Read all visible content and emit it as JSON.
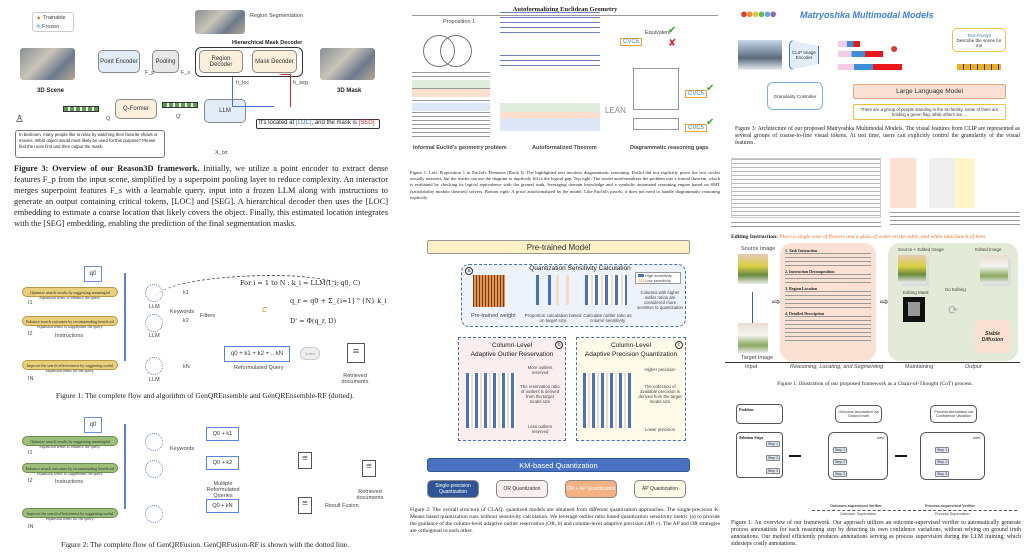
{
  "reason3d": {
    "legend": [
      "Trainable",
      "Frozen"
    ],
    "region_seg": "Region Segmentation",
    "hier_decoder": "Hierarchical Mask Decoder",
    "point_encoder": "Point Encoder",
    "pooling": "Pooling",
    "region_decoder": "Region Decoder",
    "mask_decoder": "Mask Decoder",
    "scene_label": "3D Scene",
    "mask_label": "3D Mask",
    "qformer": "Q-Former",
    "llm": "LLM",
    "q": "Q",
    "q_prime": "Q'",
    "fp": "F_p",
    "fs": "F_s",
    "x_txt": "X_txt",
    "b_loc": "h_loc",
    "b_seg": "h_seg",
    "output_text_pre": "It's located at ",
    "loc_token": "[LOC]",
    "output_text_mid": ", and the mask is ",
    "seg_token": "[SEG]",
    "prompt": "In bedroom, many people like to relax by watching their favorite shows or movies. What object would most likely be used for this purpose? Please find the room first and then output the mask.",
    "caption_bold": "Figure 3: Overview of our Reason3D framework.",
    "caption": " Initially, we utilize a point encoder to extract dense features F_p from the input scene, simplified by a superpoint pooling layer to reduce complexity. An interactor merges superpoint features F_s with a learnable query, input into a frozen LLM along with instructions to generate an output containing critical tokens, [LOC] and [SEG]. A hierarchical decoder then uses the [LOC] embedding to estimate a coarse location that likely covers the object. Finally, this estimated location integrates with the [SEG] embedding, enabling the prediction of the final segmentation masks."
  },
  "genqr_ensemble": {
    "q0": "q0",
    "instructions": [
      "Optimize search results by suggesting meaningful expansion terms to enhance the query.",
      "Enhance search outcomes by recommending beneficial expansion terms to supplement the query.",
      "Improve the search effectiveness by suggesting useful expansion terms for the query."
    ],
    "inst_labels": [
      "I1",
      "I2",
      "IN"
    ],
    "instructions_label": "Instructions",
    "llm": "LLM",
    "keywords_label": "Keywords",
    "filters_label": "Filters",
    "k_labels": [
      "k1",
      "k2",
      "kN"
    ],
    "formula1": "For i = 1 to N : k_i = LLM(I_i, q0, C)",
    "formula2": "q_r = q0 + Σ_{i=1}^{N} k_i",
    "formula3": "D' = Φ(q_r, D)",
    "c_label": "C",
    "reformulated": "q0 + k1 + k2 + .. kN",
    "reformulated_label": "Reformulated Query",
    "index": "index",
    "retrieved": "Retrieved documents",
    "caption": "Figure 1: The complete flow and algorithm of GenQREnsemble and GenQREnsemble-RF (dotted)."
  },
  "genqr_fusion": {
    "q0": "q0",
    "instructions": [
      "Optimize search results by suggesting meaningful expansion terms to enhance the query.",
      "Enhance search outcomes by recommending beneficial expansion terms to supplement the query.",
      "Improve the search effectiveness by suggesting useful expansion terms for the query."
    ],
    "inst_labels": [
      "I1",
      "I2",
      "IN"
    ],
    "instructions_label": "Instructions",
    "keywords_label": "Keywords",
    "queries": [
      "Q0 + k1",
      "Q0 + k2",
      "Q0 + kN"
    ],
    "multi_label": "Multiple Reformulated Queries",
    "fusion_label": "Result Fusion",
    "retrieved": "Retrieved documents",
    "caption": "Figure 2: The complete flow of GenQRFusion. GenQRFusion-RF is shown with the dotted line."
  },
  "autoformal": {
    "title": "Autoformalizing Euclidean Geometry",
    "proposition": "Proposition 1",
    "left_label": "Informal Euclid's geometry problem",
    "mid_label": "Autoformalized Theorem",
    "right_label": "Diagrammatic reasoning gaps",
    "cvc5": "CVC5",
    "lean": "LEAN",
    "equivalent": "Equivalent",
    "caption": "Figure 1: Left: Proposition 1 in Euclid's Elements (Book I). The highlighted text involves diagrammatic reasoning. Euclid did not explicitly prove the two circles actually intersect, but the reader can use the diagram to implicitly fill in the logical gap. Top right: The model autoformalizes the problem into a formal theorem, which is evaluated by checking its logical equivalence with the ground truth, leveraging domain knowledge and a symbolic automated reasoning engine based on SMT (satisfiability modulo theories) solvers. Bottom right: A proof autoformalized by the model. Like Euclid's proofs, it does not need to handle diagrammatic reasoning explicitly."
  },
  "claq": {
    "pretrained": "Pre-trained Model",
    "sens_title": "Quantization Sensitivity Calculation",
    "legend": [
      "High sensitivity",
      "Low sensitivity"
    ],
    "pretrained_weight": "Pre-trained weight",
    "proportion": "Proportion calculation based on target size",
    "calc_ratio": "Calculate outlier ratio as column sensitivity",
    "columns_note": "Columns with higher outlier ratios are considered more sensitive to quantization",
    "b_title1": "Column-Level",
    "b_title2": "Adaptive Outlier Reservation",
    "b_more": "More outliers reserved",
    "b_note": "The reservation ratio of outliers is derived from the target model size",
    "b_less": "Less outliers reserved",
    "c_title1": "Column-Level",
    "c_title2": "Adaptive Precision Quantization",
    "c_higher": "Higher precision",
    "c_note": "The collection of available precision is derived from the target model size",
    "c_lower": "Lower precision",
    "km": "KM-based Quantization",
    "outputs": [
      "Single-precision Quantization",
      "OR Quantization",
      "OR + AP Quantization",
      "AP Quantization"
    ],
    "markers": [
      "a",
      "b",
      "c"
    ],
    "caption": "Figure 2: The overall structure of CLAQ: quantized models are obtained from different quantization approaches. The single-precision K-Means based quantization runs without sensitivity calculation. We leverage outlier ratio based quantization sensitivity metric (a) to provide the guidance of the column-level adaptive outlier reservation (OR, b) and column-level adaptive precision (AP, c). The AP and OR strategies are orthogonal to each other."
  },
  "matryoshka": {
    "title": "Matryoshka Multimodal Models",
    "encoder": "CLIP Image Encoder",
    "granularity": "Granularity Controller",
    "text_prompt_title": "Text Prompt",
    "text_prompt": "Describe the scene for me",
    "llm": "Large Language Model",
    "answer": "There are a group of people standing in the ski facility, some of them are holding a green flag, while others are ...",
    "caption": "Figure 3: Architecture of our proposed Matryoshka Multimodal Models. The visual features from CLIP are represented as several groups of coarse-to-fine visual tokens. At test time, users can explicitly control the granularity of the visual features."
  },
  "editing": {
    "instruction_label": "Editing Instruction:",
    "instruction": "Place a single vase of flowers and a glass of water on the table, and white mini bunch of bees.",
    "source": "Source Image",
    "target": "Target Image",
    "steps": [
      "1. Task Instruction",
      "2. Instruction Decomposition",
      "3. Region Location",
      "4. Detailed Description"
    ],
    "source_edited": "Source + Edited Image",
    "edited": "Edited Image",
    "editing_mask": "Editing Mask",
    "no_editing": "Do Editing",
    "diffusion": "Stable Diffusion",
    "footer": [
      "Input",
      "Reasoning, Locating, and Segmenting",
      "Maintaining",
      "Output"
    ],
    "caption": "Figure 1: Illustration of our proposed framework as a Chain-of-Thought (CoT) process."
  },
  "overview": {
    "problem": "Problem",
    "solution": "Solution Steps",
    "steps": [
      "Step 1",
      "Step 2",
      "Step 3"
    ],
    "outcome_box": "Outcome Annotation via Ground truth",
    "process_box": "Process Annotation via Confidence Variation",
    "step_col": "Step",
    "label_col": "label",
    "outcome_verifier": "Outcome-supervised Verifier",
    "process_verifier": "Process-supervised Verifier",
    "outcome_sup": "Outcome Supervision",
    "process_sup": "Process Supervision",
    "caption": "Figure 1: An overview of our framework. Our approach utilizes an outcome-supervised verifier to automatically generate process annotations for each reasoning step by detecting its own confidence variations, without relying on ground truth annotations. Our method efficiently produces annotations serving as process supervision during the LLM training, which sidesteps costly annotations."
  },
  "colors": {
    "blue": "#4472c4",
    "red": "#d62728",
    "orange": "#f08c3a",
    "peach": "#fbe3d4",
    "green_pill": "#9bbf78",
    "yellow_pill": "#e9cf7a",
    "km_blue": "#4a72c2"
  }
}
